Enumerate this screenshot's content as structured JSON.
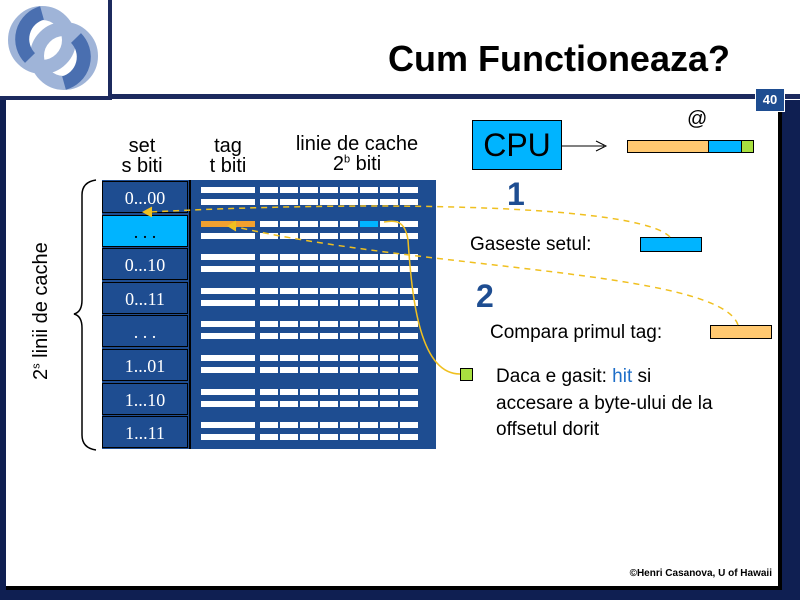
{
  "slide": {
    "title": "Cum Functioneaza?",
    "number": "40",
    "footer": "©Henri Casanova, U of Hawaii"
  },
  "headers": {
    "set_line1": "set",
    "set_line2": "s biti",
    "tag_line1": "tag",
    "tag_line2": "t biti",
    "line_line1": "linie de cache",
    "line_base": "2",
    "line_exp": "b",
    "line_unit": " biti"
  },
  "side_label": {
    "base": "2",
    "exp": "s",
    "rest": " linii de cache"
  },
  "sets": [
    {
      "label": "0...00",
      "selected": false
    },
    {
      "label": ". . .",
      "selected": true
    },
    {
      "label": "0...10",
      "selected": false
    },
    {
      "label": "0...11",
      "selected": false
    },
    {
      "label": ". . .",
      "selected": false
    },
    {
      "label": "1...01",
      "selected": false
    },
    {
      "label": "1...10",
      "selected": false
    },
    {
      "label": "1...11",
      "selected": false
    }
  ],
  "cpu": {
    "label": "CPU",
    "address_symbol": "@",
    "address_fields": [
      {
        "field": "tag",
        "color": "#ffc870"
      },
      {
        "field": "set",
        "color": "#00b4ff"
      },
      {
        "field": "offset",
        "color": "#a8e040"
      }
    ]
  },
  "steps": [
    {
      "number": "1",
      "text": "Gaseste setul:",
      "color": "#00b4ff"
    },
    {
      "number": "2",
      "text": "Compara primul tag:",
      "color": "#ffc870"
    }
  ],
  "result": {
    "line1_prefix": "Daca e gasit: ",
    "line1_hit": "hit",
    "line1_suffix": " si",
    "line2": "accesare a byte-ului de la",
    "line3": "offsetul dorit",
    "marker_color": "#a8e040"
  },
  "colors": {
    "cache_blue": "#1e4d91",
    "selected_cyan": "#00b4ff",
    "tag_orange": "#f0a030",
    "arrow_yellow": "#f0c020"
  }
}
